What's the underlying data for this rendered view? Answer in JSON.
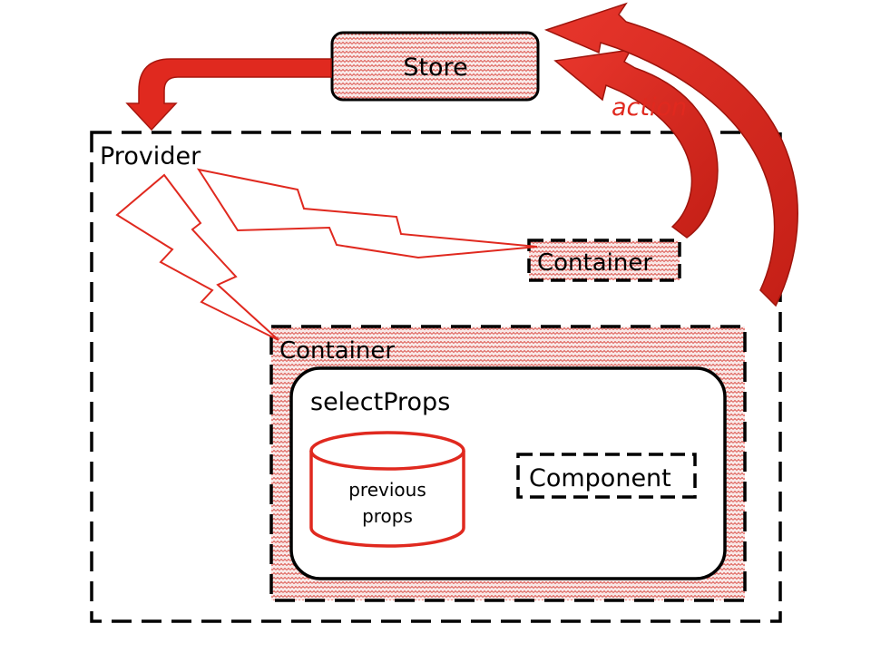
{
  "labels": {
    "store": "Store",
    "action": "action",
    "provider": "Provider",
    "container_small": "Container",
    "container_large": "Container",
    "select_props": "selectProps",
    "previous_props_line1": "previous",
    "previous_props_line2": "props",
    "component": "Component"
  },
  "colors": {
    "accent_red": "#e0291f",
    "dark_red": "#b51a12",
    "hatch_red": "#d64a42",
    "hatch_fill": "#f6e4e3",
    "stroke": "#000000",
    "background": "#ffffff"
  }
}
